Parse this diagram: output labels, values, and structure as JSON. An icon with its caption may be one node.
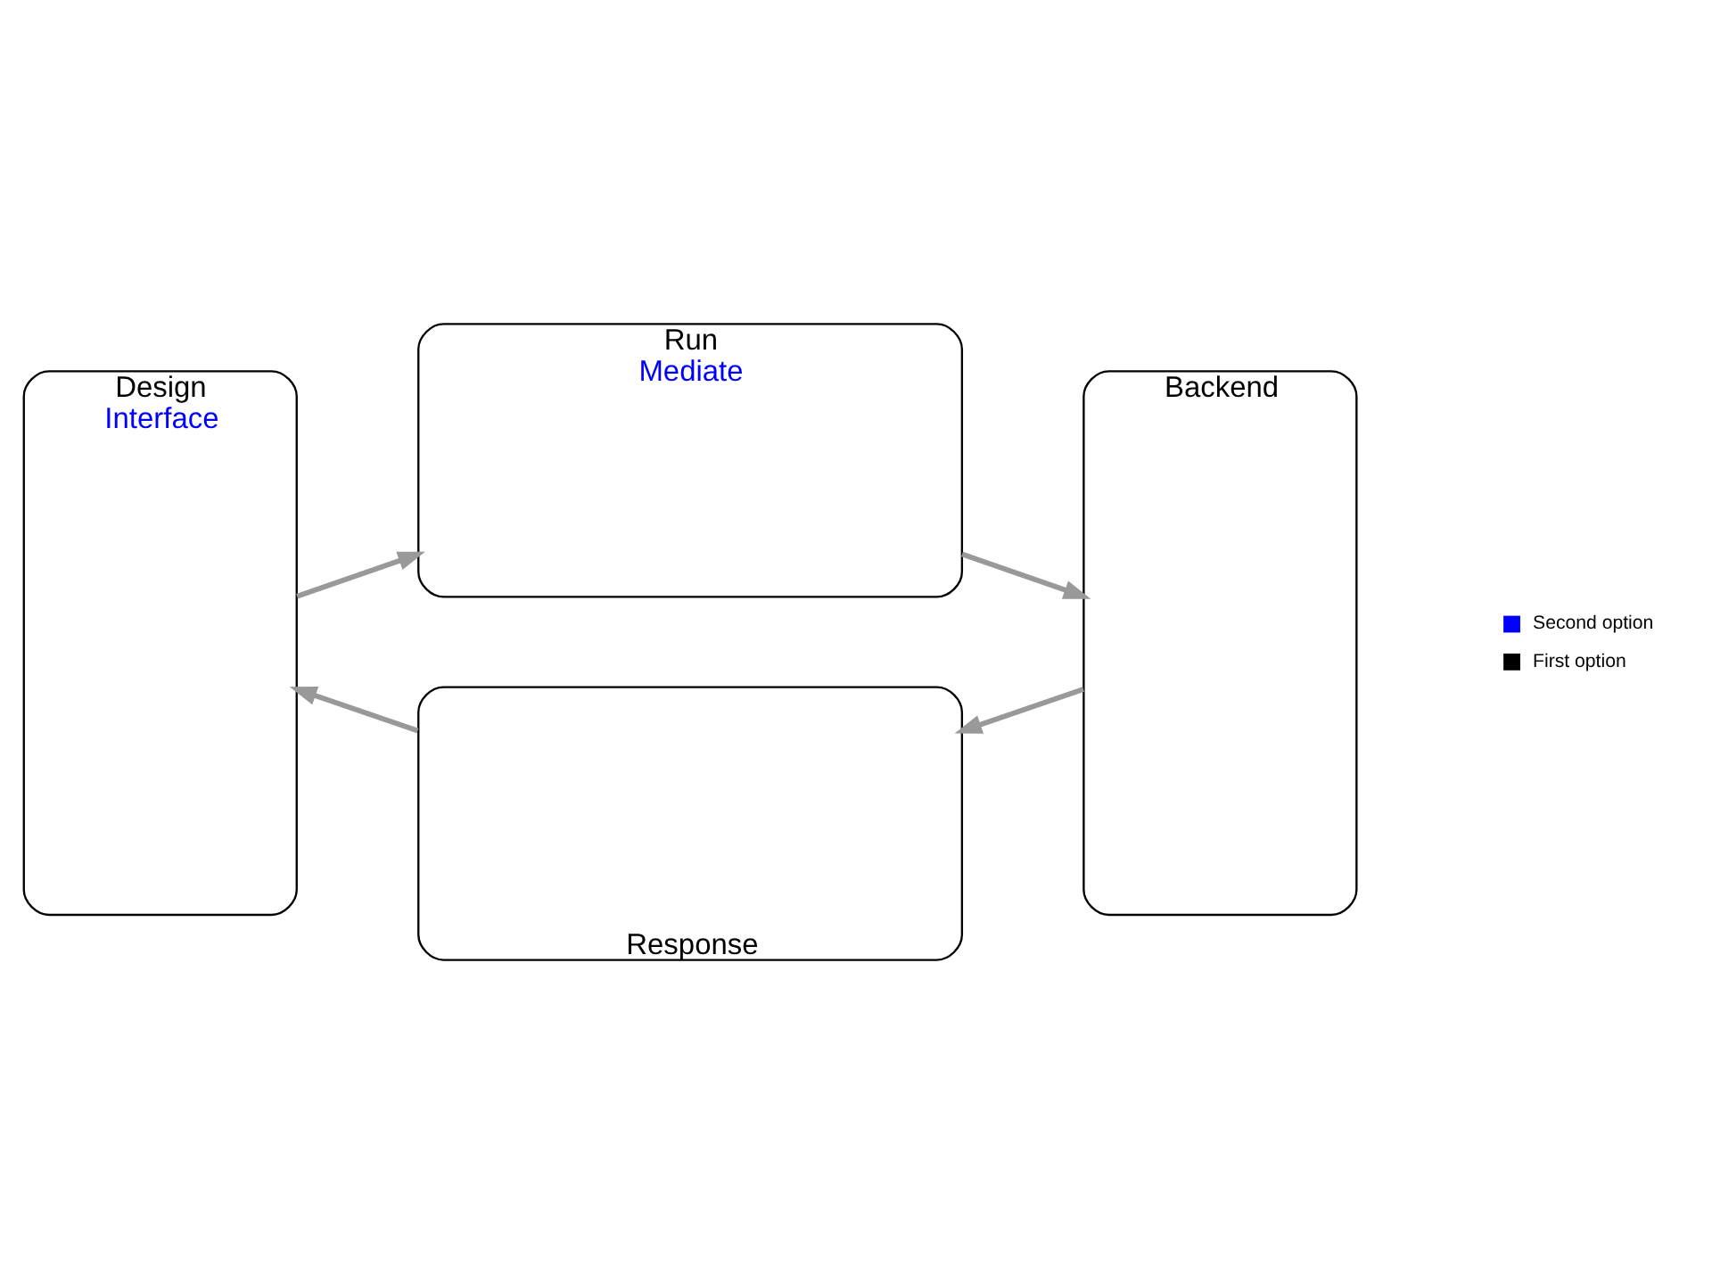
{
  "diagram": {
    "nodes": [
      {
        "text": [
          "Design",
          "Interface"
        ]
      },
      {
        "text": [
          "Run",
          "Mediate"
        ]
      },
      {
        "text": [
          "Backend"
        ]
      },
      {
        "text": [
          "Response"
        ]
      }
    ],
    "edges": [
      {
        "from": 0,
        "to": 1,
        "arrow": "to"
      },
      {
        "from": 1,
        "to": 2,
        "arrow": "to"
      },
      {
        "from": 2,
        "to": 3,
        "arrow": "to"
      },
      {
        "from": 3,
        "to": 0,
        "arrow": "to"
      }
    ],
    "legend": [
      {
        "text": "Second option",
        "color": "#0000ff"
      },
      {
        "text": "First option",
        "color": "#000000"
      }
    ]
  }
}
